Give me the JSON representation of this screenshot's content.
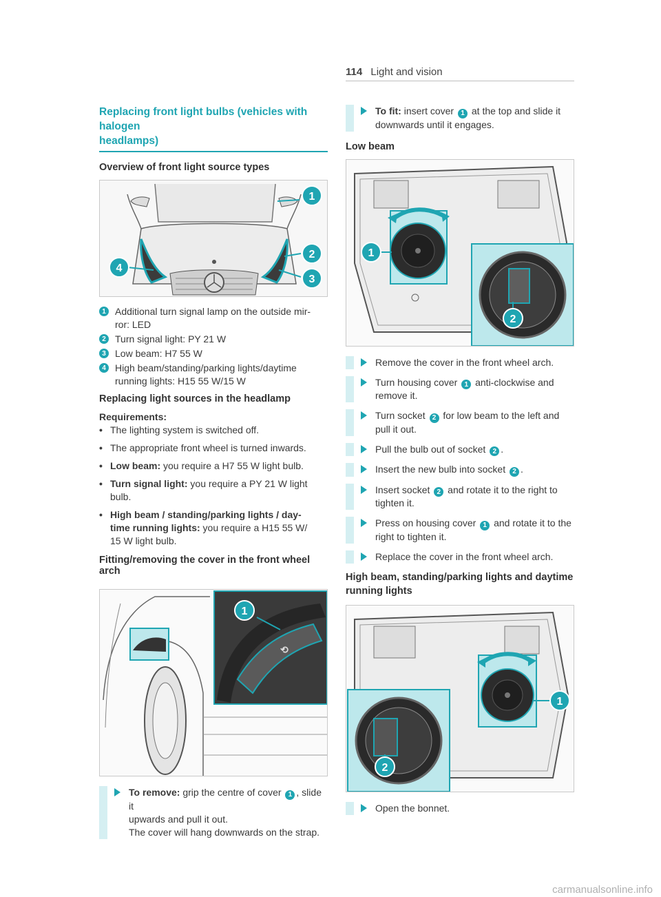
{
  "header": {
    "page_number": "114",
    "section": "Light and vision"
  },
  "left": {
    "section_title_line1": "Replacing front light bulbs (vehicles with halogen",
    "section_title_line2": "headlamps)",
    "overview_title": "Overview of front light source types",
    "fig1_callouts": [
      "1",
      "2",
      "3",
      "4"
    ],
    "legend": [
      {
        "n": "1",
        "text_line1": "Additional turn signal lamp on the outside mir-",
        "text_line2": "ror: LED"
      },
      {
        "n": "2",
        "text_line1": "Turn signal light: PY 21 W",
        "text_line2": ""
      },
      {
        "n": "3",
        "text_line1": "Low beam: H7 55 W",
        "text_line2": ""
      },
      {
        "n": "4",
        "text_line1": "High beam/standing/parking lights/daytime",
        "text_line2": "running lights: H15 55 W/15 W"
      }
    ],
    "replacing_title": "Replacing light sources in the headlamp",
    "requirements_label": "Requirements:",
    "requirements": [
      {
        "bold": "",
        "text": "The lighting system is switched off.",
        "text2": ""
      },
      {
        "bold": "",
        "text": "The appropriate front wheel is turned inwards.",
        "text2": ""
      },
      {
        "bold": "Low beam:",
        "text": " you require a H7 55 W light bulb.",
        "text2": ""
      },
      {
        "bold": "Turn signal light:",
        "text": " you require a PY 21 W light",
        "text2": "bulb."
      },
      {
        "bold": "High beam / standing/parking lights / day-",
        "bold2": "time running lights:",
        "text": " you require a H15 55 W/",
        "text2": "15 W light bulb."
      }
    ],
    "fitting_title": "Fitting/removing the cover in the front wheel arch",
    "fig2_callout": "1",
    "remove_step": {
      "bold": "To remove:",
      "text_a": " grip the centre of cover ",
      "badge": "1",
      "text_b": ", slide it",
      "line2": "upwards and pull it out.",
      "line3": "The cover will hang downwards on the strap."
    }
  },
  "right": {
    "fit_step": {
      "bold": "To fit:",
      "text_a": " insert cover ",
      "badge": "1",
      "text_b": " at the top and slide it",
      "line2": "downwards until it engages."
    },
    "low_beam_title": "Low beam",
    "fig3_callouts": [
      "1",
      "2"
    ],
    "low_beam_steps": [
      {
        "a": "Remove the cover in the front wheel arch.",
        "badge": "",
        "b": "",
        "line2": ""
      },
      {
        "a": "Turn housing cover ",
        "badge": "1",
        "b": " anti-clockwise and",
        "line2": "remove it."
      },
      {
        "a": "Turn socket ",
        "badge": "2",
        "b": " for low beam to the left and",
        "line2": "pull it out."
      },
      {
        "a": "Pull the bulb out of socket ",
        "badge": "2",
        "b": ".",
        "line2": ""
      },
      {
        "a": "Insert the new bulb into socket ",
        "badge": "2",
        "b": ".",
        "line2": ""
      },
      {
        "a": "Insert socket ",
        "badge": "2",
        "b": " and rotate it to the right to",
        "line2": "tighten it."
      },
      {
        "a": "Press on housing cover ",
        "badge": "1",
        "b": " and rotate it to the",
        "line2": "right to tighten it."
      },
      {
        "a": "Replace the cover in the front wheel arch.",
        "badge": "",
        "b": "",
        "line2": ""
      }
    ],
    "high_beam_title_line1": "High beam, standing/parking lights and daytime",
    "high_beam_title_line2": "running lights",
    "fig4_callouts": [
      "1",
      "2"
    ],
    "final_step": "Open the bonnet."
  },
  "watermark": "carmanualsonline.info",
  "colors": {
    "accent": "#1fa5b2",
    "accent_light": "#bde8ec",
    "bar": "#d5eff2",
    "text": "#3a3a3a"
  }
}
